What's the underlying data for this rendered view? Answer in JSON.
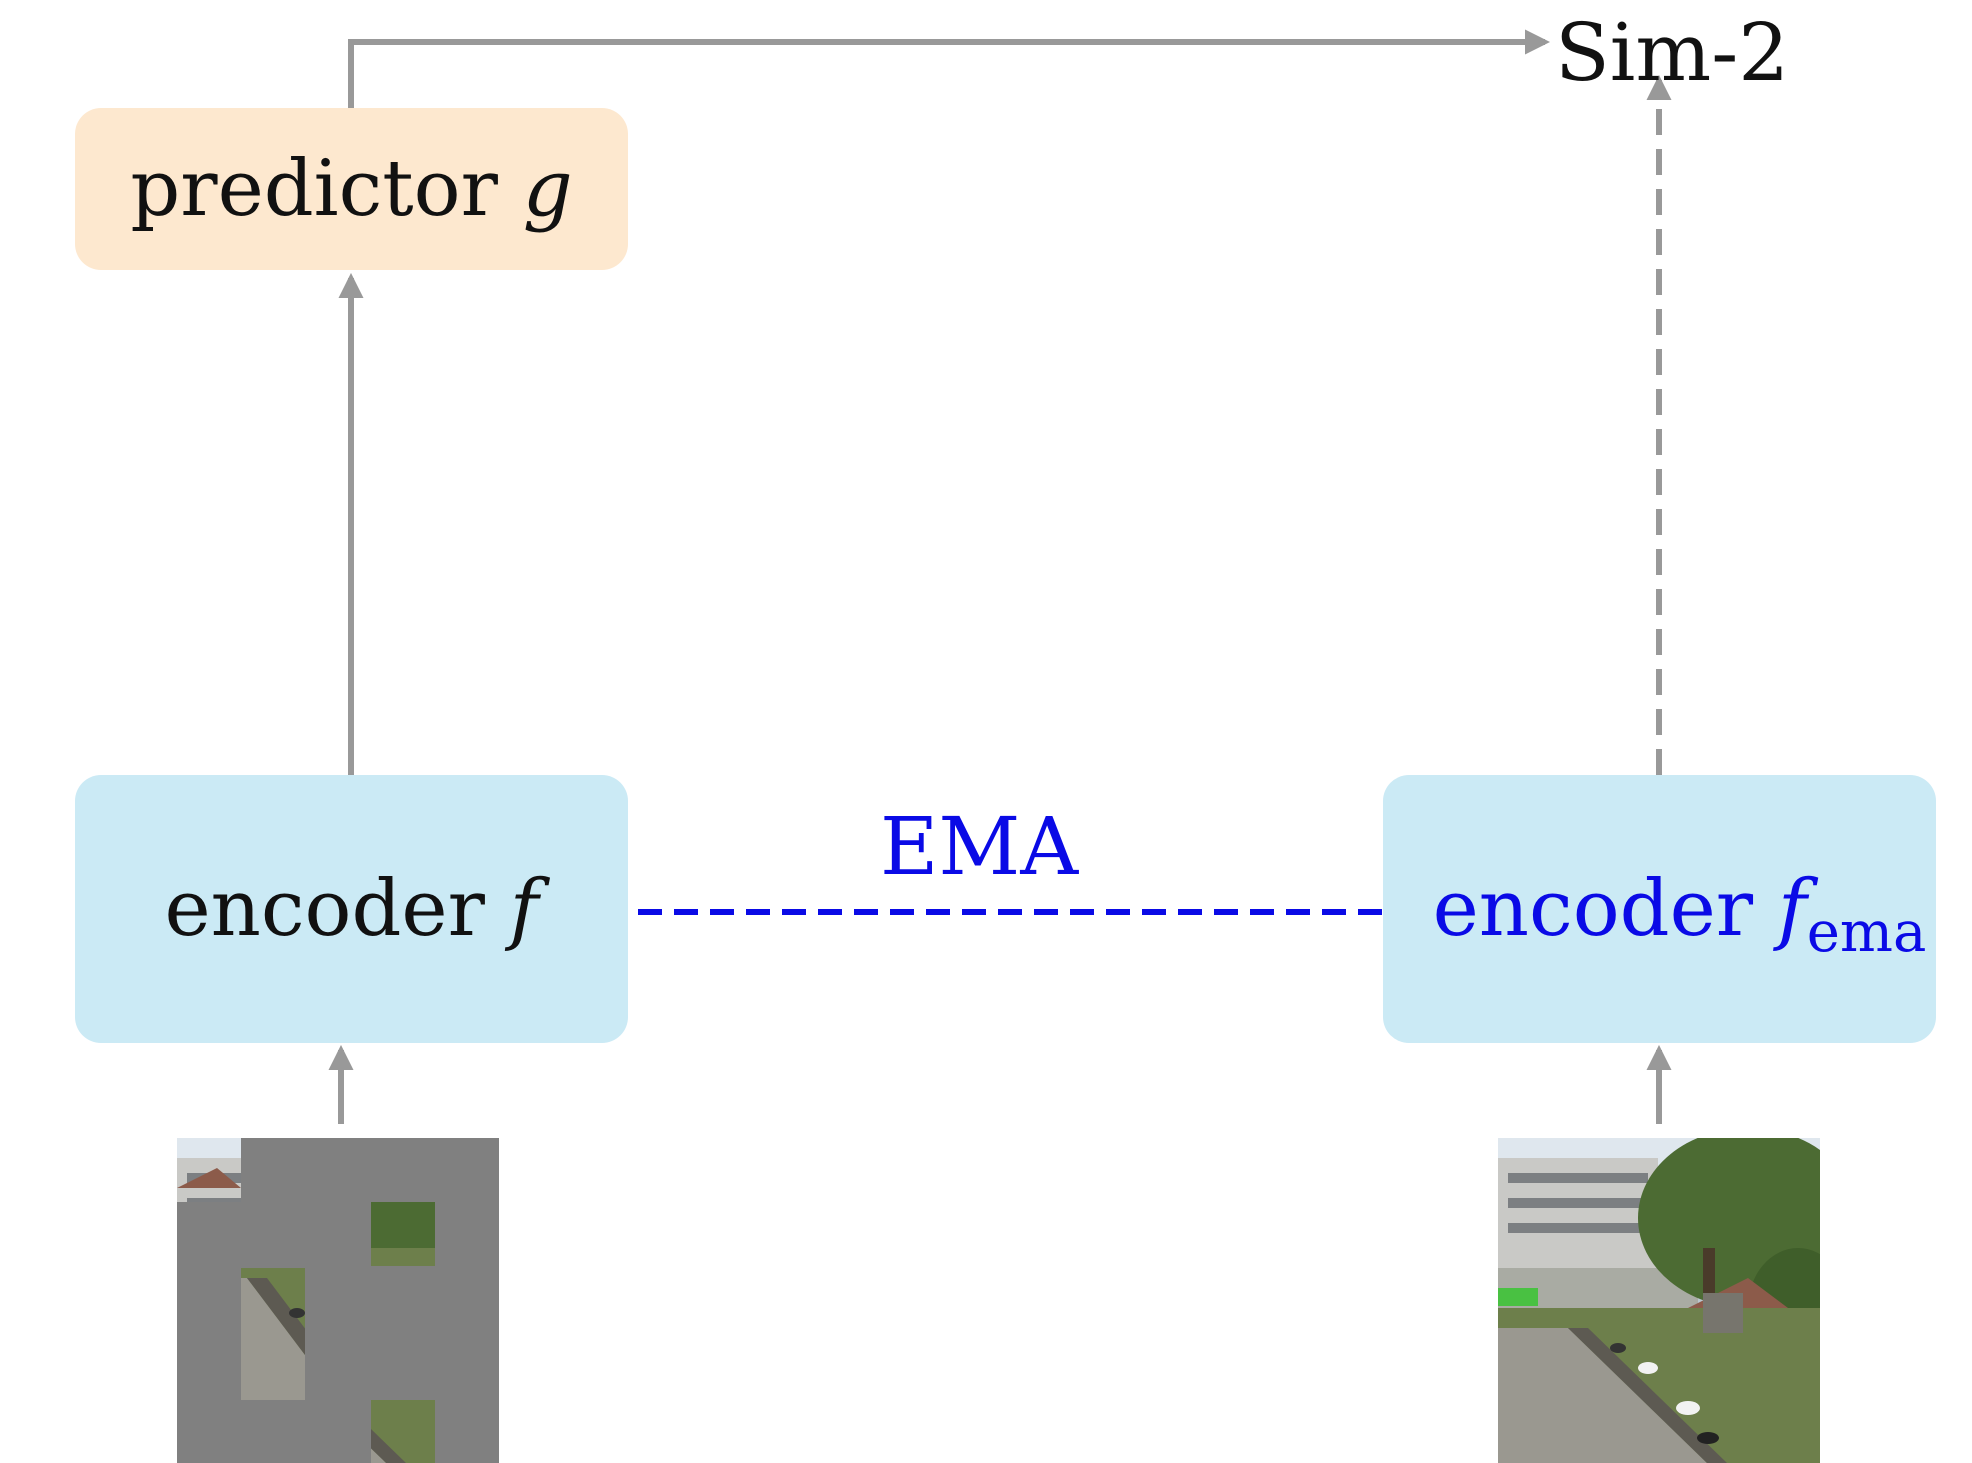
{
  "predictor": {
    "label": "predictor",
    "symbol": "g"
  },
  "encoder_online": {
    "label": "encoder",
    "symbol": "f"
  },
  "encoder_target": {
    "label": "encoder",
    "symbol": "f",
    "subscript": "ema"
  },
  "similarity": {
    "label": "Sim-2"
  },
  "ema_link": {
    "label": "EMA"
  },
  "colors": {
    "predictor_fill": "#fde8cf",
    "encoder_fill": "#cbeaf5",
    "ema_accent": "#0a0ae6",
    "arrow_gray": "#999999",
    "mask_gray": "#808080"
  }
}
